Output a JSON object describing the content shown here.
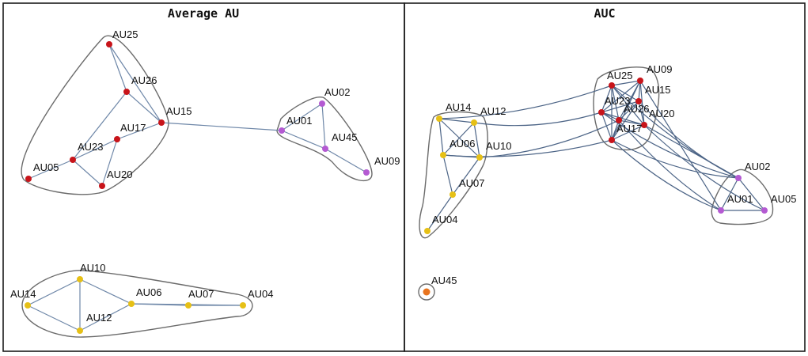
{
  "panels": [
    {
      "title": "Average AU",
      "nodes": [
        {
          "id": "AU25",
          "group": "red"
        },
        {
          "id": "AU26",
          "group": "red"
        },
        {
          "id": "AU15",
          "group": "red"
        },
        {
          "id": "AU17",
          "group": "red"
        },
        {
          "id": "AU23",
          "group": "red"
        },
        {
          "id": "AU05",
          "group": "red"
        },
        {
          "id": "AU20",
          "group": "red"
        },
        {
          "id": "AU02",
          "group": "purple"
        },
        {
          "id": "AU01",
          "group": "purple"
        },
        {
          "id": "AU45",
          "group": "purple"
        },
        {
          "id": "AU09",
          "group": "purple"
        },
        {
          "id": "AU10",
          "group": "yellow"
        },
        {
          "id": "AU14",
          "group": "yellow"
        },
        {
          "id": "AU12",
          "group": "yellow"
        },
        {
          "id": "AU06",
          "group": "yellow"
        },
        {
          "id": "AU07",
          "group": "yellow"
        },
        {
          "id": "AU04",
          "group": "yellow"
        }
      ],
      "edges": [
        [
          "AU25",
          "AU26"
        ],
        [
          "AU25",
          "AU15"
        ],
        [
          "AU26",
          "AU15"
        ],
        [
          "AU26",
          "AU23"
        ],
        [
          "AU15",
          "AU17"
        ],
        [
          "AU17",
          "AU23"
        ],
        [
          "AU17",
          "AU20"
        ],
        [
          "AU23",
          "AU05"
        ],
        [
          "AU23",
          "AU20"
        ],
        [
          "AU15",
          "AU01"
        ],
        [
          "AU02",
          "AU01"
        ],
        [
          "AU02",
          "AU45"
        ],
        [
          "AU01",
          "AU45"
        ],
        [
          "AU45",
          "AU09"
        ],
        [
          "AU10",
          "AU14"
        ],
        [
          "AU10",
          "AU12"
        ],
        [
          "AU10",
          "AU06"
        ],
        [
          "AU14",
          "AU12"
        ],
        [
          "AU12",
          "AU06"
        ],
        [
          "AU06",
          "AU07"
        ],
        [
          "AU07",
          "AU04"
        ],
        [
          "AU06",
          "AU04"
        ]
      ]
    },
    {
      "title": "AUC",
      "nodes": [
        {
          "id": "AU25",
          "group": "red"
        },
        {
          "id": "AU09",
          "group": "red"
        },
        {
          "id": "AU15",
          "group": "red"
        },
        {
          "id": "AU23",
          "group": "red"
        },
        {
          "id": "AU26",
          "group": "red"
        },
        {
          "id": "AU20",
          "group": "red"
        },
        {
          "id": "AU17",
          "group": "red"
        },
        {
          "id": "AU14",
          "group": "yellow"
        },
        {
          "id": "AU12",
          "group": "yellow"
        },
        {
          "id": "AU06",
          "group": "yellow"
        },
        {
          "id": "AU10",
          "group": "yellow"
        },
        {
          "id": "AU07",
          "group": "yellow"
        },
        {
          "id": "AU04",
          "group": "yellow"
        },
        {
          "id": "AU02",
          "group": "purple"
        },
        {
          "id": "AU01",
          "group": "purple"
        },
        {
          "id": "AU05",
          "group": "purple"
        },
        {
          "id": "AU45",
          "group": "orange"
        }
      ],
      "edges": [
        [
          "AU25",
          "AU09"
        ],
        [
          "AU25",
          "AU15"
        ],
        [
          "AU25",
          "AU23"
        ],
        [
          "AU25",
          "AU26"
        ],
        [
          "AU25",
          "AU20"
        ],
        [
          "AU25",
          "AU17"
        ],
        [
          "AU09",
          "AU15"
        ],
        [
          "AU09",
          "AU23"
        ],
        [
          "AU09",
          "AU26"
        ],
        [
          "AU09",
          "AU20"
        ],
        [
          "AU09",
          "AU17"
        ],
        [
          "AU15",
          "AU23"
        ],
        [
          "AU15",
          "AU26"
        ],
        [
          "AU15",
          "AU20"
        ],
        [
          "AU15",
          "AU17"
        ],
        [
          "AU23",
          "AU26"
        ],
        [
          "AU23",
          "AU20"
        ],
        [
          "AU23",
          "AU17"
        ],
        [
          "AU26",
          "AU20"
        ],
        [
          "AU26",
          "AU17"
        ],
        [
          "AU20",
          "AU17"
        ],
        [
          "AU14",
          "AU12"
        ],
        [
          "AU14",
          "AU06"
        ],
        [
          "AU14",
          "AU10"
        ],
        [
          "AU12",
          "AU06"
        ],
        [
          "AU12",
          "AU10"
        ],
        [
          "AU06",
          "AU10"
        ],
        [
          "AU06",
          "AU07"
        ],
        [
          "AU10",
          "AU07"
        ],
        [
          "AU07",
          "AU04"
        ],
        [
          "AU02",
          "AU01"
        ],
        [
          "AU02",
          "AU05"
        ],
        [
          "AU01",
          "AU05"
        ],
        [
          "AU14",
          "AU25"
        ],
        [
          "AU12",
          "AU23"
        ],
        [
          "AU10",
          "AU26"
        ],
        [
          "AU06",
          "AU17"
        ],
        [
          "AU25",
          "AU02"
        ],
        [
          "AU23",
          "AU02"
        ],
        [
          "AU26",
          "AU01"
        ],
        [
          "AU20",
          "AU02"
        ],
        [
          "AU17",
          "AU01"
        ],
        [
          "AU15",
          "AU02"
        ],
        [
          "AU09",
          "AU01"
        ],
        [
          "AU20",
          "AU05"
        ],
        [
          "AU17",
          "AU02"
        ]
      ]
    }
  ],
  "colors": {
    "red": "#c8141a",
    "purple": "#b45ad2",
    "yellow": "#e6c016",
    "orange": "#e8741e",
    "edge_left": "#6e87a8",
    "edge_right": "#4c6486",
    "hull": "#6b6b6b"
  }
}
